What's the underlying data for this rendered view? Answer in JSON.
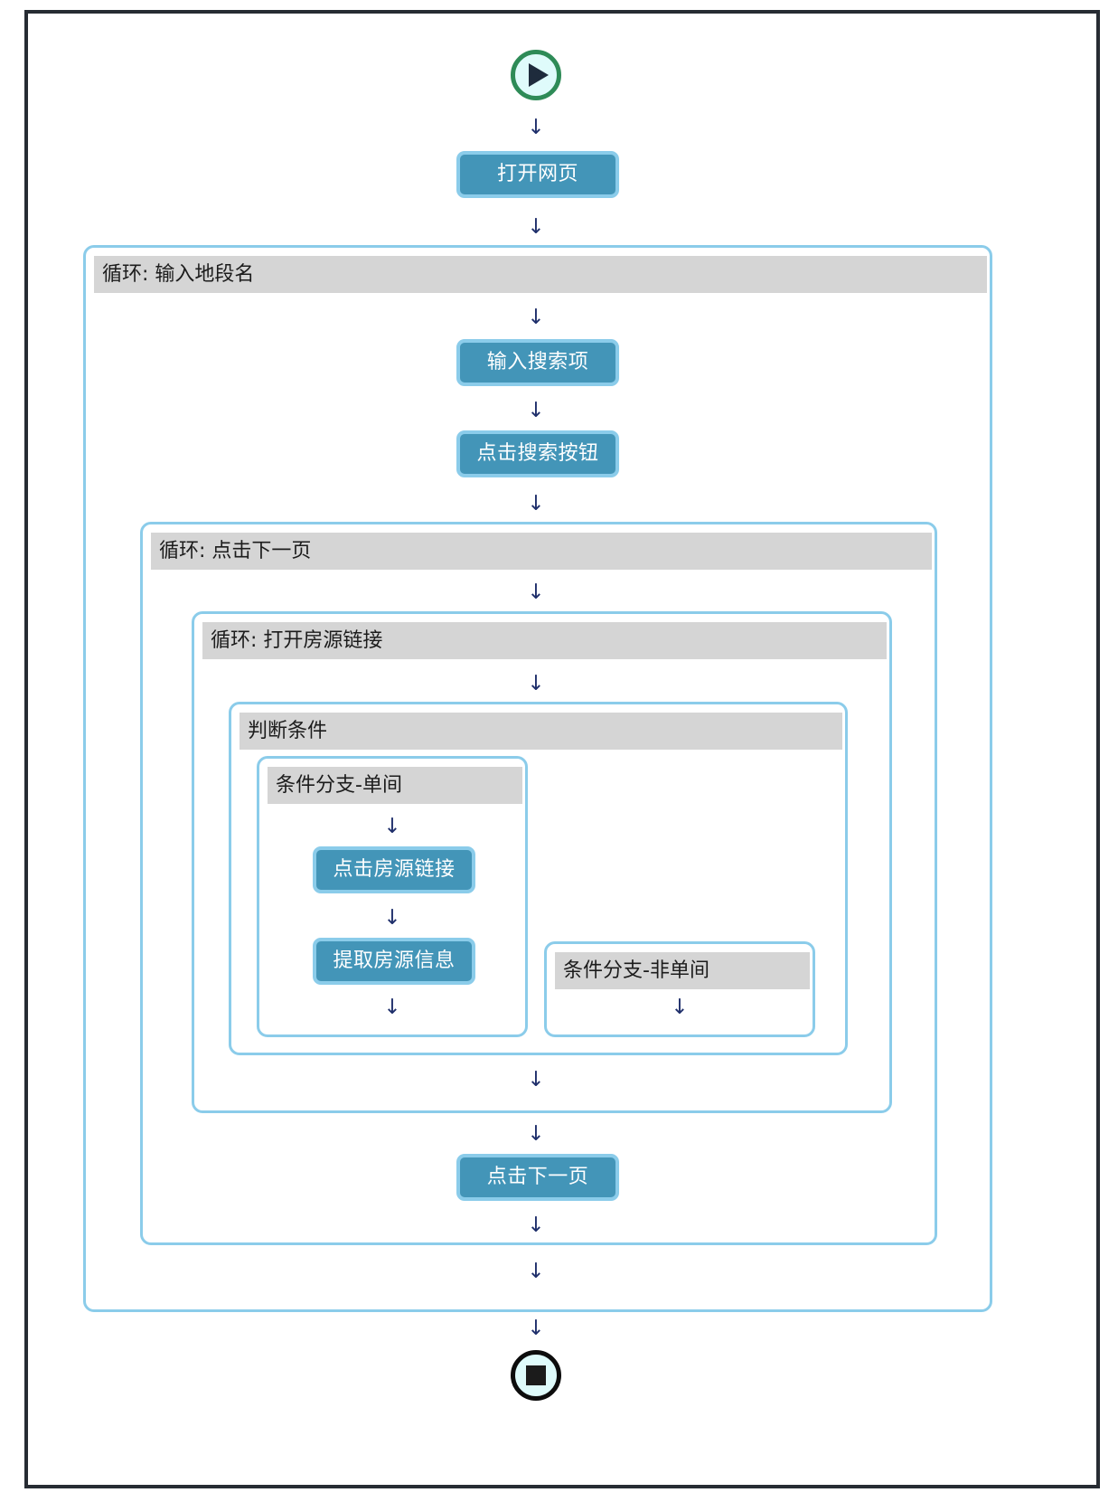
{
  "diagram": {
    "title": "RPA flow chart",
    "start_node": {
      "label": "start",
      "icon": "play-icon"
    },
    "end_node": {
      "label": "end",
      "icon": "stop-icon"
    },
    "colors": {
      "node_fill": "#4395b8",
      "node_border": "#8bccea",
      "container_border": "#8bccea",
      "header_band": "#d5d5d5",
      "frame": "#272c33",
      "start_ring": "#2e8b57",
      "end_ring": "#0d0d0d",
      "terminator_fill": "#dffbfb",
      "arrow": "#1f2f6b"
    },
    "arrow_glyph": "↓",
    "nodes": {
      "open_page": "打开网页",
      "input_search_term": "输入搜索项",
      "click_search_button": "点击搜索按钮",
      "click_listing_link": "点击房源链接",
      "extract_listing_info": "提取房源信息",
      "click_next_page": "点击下一页"
    },
    "containers": {
      "loop_input_area_name": "循环: 输入地段名",
      "loop_click_next_page": "循环: 点击下一页",
      "loop_open_listing_link": "循环: 打开房源链接",
      "condition": "判断条件",
      "branch_single_room": "条件分支-单间",
      "branch_not_single_room": "条件分支-非单间"
    }
  }
}
